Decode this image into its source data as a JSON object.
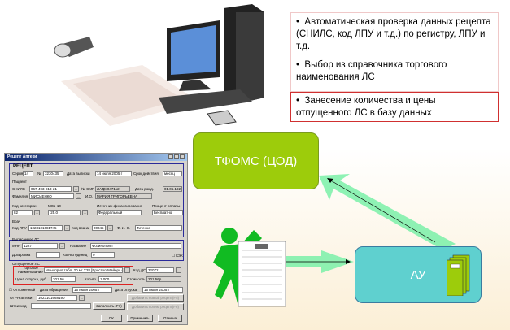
{
  "info": {
    "bullets": [
      "Автоматическая проверка данных рецепта (СНИЛС, код ЛПУ и т.д.) по регистру, ЛПУ и т.д.",
      "Выбор из справочника торгового наименования ЛС"
    ],
    "highlight": "Занесение количества и цены отпущенного ЛС в базу данных"
  },
  "diagram": {
    "tfoms": "ТФОМС (ЦОД)",
    "au": "АУ"
  },
  "colors": {
    "tfoms": "#9dcc0b",
    "au": "#5fd0cf",
    "arrow": "#7af0a8",
    "highlight_border": "#d03030"
  },
  "window": {
    "title": "Рецепт Аптеки",
    "header": "РЕЦЕПТ",
    "series_label": "Серия",
    "series": "14",
    "num_label": "№",
    "num": "3230435",
    "date_issue_label": "Дата выписки",
    "date_issue": "14  июля  2005 г",
    "validity_label": "Срок действия",
    "validity": "месяц",
    "patient_label": "Пациент",
    "snils_label": "СНИЛС",
    "snils": "067-493-813-21",
    "smp_label": "№ СМП",
    "smp": "ЛАДМ047112",
    "dob_label": "Дата рожд.",
    "dob": "01.06.1922",
    "surname_label": "Фамилия",
    "surname": "МИСИЕНКО",
    "io_label": "И.О.",
    "io": "МАРИЯ ГРИГОРЬЕВНА",
    "category_label": "Код категории",
    "category": "82",
    "mkb_label": "МКБ-10",
    "mkb": "I25.0",
    "funding_label": "Источник финансирования",
    "funding": "Федеральный",
    "pay_label": "Процент оплаты",
    "pay": "Бесплатно",
    "doctor_label": "Врач",
    "lpu_label": "Код ЛПУ",
    "lpu": "1023101681745",
    "doctor_code_label": "Код врача",
    "doctor_code": "00045",
    "doctor_io_label": "Ф. И. О.",
    "doctor_io": "Титенко",
    "drug_label": "Выписанное ЛС",
    "inn_label": "МНН",
    "inn": "1227",
    "name_label": "Название",
    "name": "Фозиноприл",
    "dosage_label": "Дозировка",
    "dosage": "",
    "units_label": "Кол-во единиц",
    "units": "0",
    "kek_label": "КЭК",
    "dispensed_label": "Отпущенное ЛС",
    "trade_label": "Торговое наименование",
    "trade": "Моноприл табл. 20 мг Х28 [Бристол-Майерс С",
    "ds_label": "Код ДС",
    "ds": "32072",
    "price_label": "Цена отпуска, руб.",
    "price": "201.56",
    "qty_label": "Кол-во",
    "qty": "1.000",
    "cost_label": "Стоимость",
    "cost": "201.56р",
    "deferred_label": "Отложенный",
    "appeal_label": "Дата обращения",
    "appeal": "15  июля  2005 г",
    "release_label": "Дата отпуска",
    "release": "15  июля  2005 г",
    "ogrn_label": "ОГРН аптеки",
    "ogrn": "1023101668190",
    "barcode_label": "Штрихкод",
    "fill_btn": "Заполнить (F7)",
    "add_new_btn": "Добавить новый рецепт(F5)",
    "add_copy_btn": "Добавить копию рецепт(F6)",
    "ok": "OK",
    "apply": "Применить",
    "cancel": "Отмена"
  }
}
